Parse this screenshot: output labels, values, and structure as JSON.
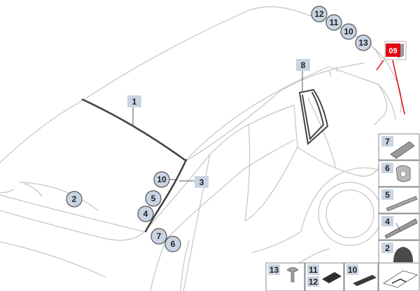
{
  "diagram": {
    "square_labels": {
      "windscreen": "1",
      "a_pillar": "3",
      "side_window": "8"
    },
    "circle_labels": {
      "washer": "2",
      "top_12": "12",
      "top_11": "11",
      "top_10": "10",
      "top_13": "13",
      "pillar_10": "10",
      "pillar_5": "5",
      "pillar_4": "4",
      "pillar_7": "7",
      "pillar_6": "6"
    },
    "ref_badge": "09"
  },
  "parts_panel": {
    "items": [
      "7",
      "6",
      "5",
      "4",
      "2"
    ],
    "bottom": [
      "13",
      "11",
      "12",
      "10"
    ]
  },
  "colors": {
    "label_bg": "#c9d4e3",
    "ref_red": "#e30613",
    "line_gray": "#c4c4c4"
  }
}
